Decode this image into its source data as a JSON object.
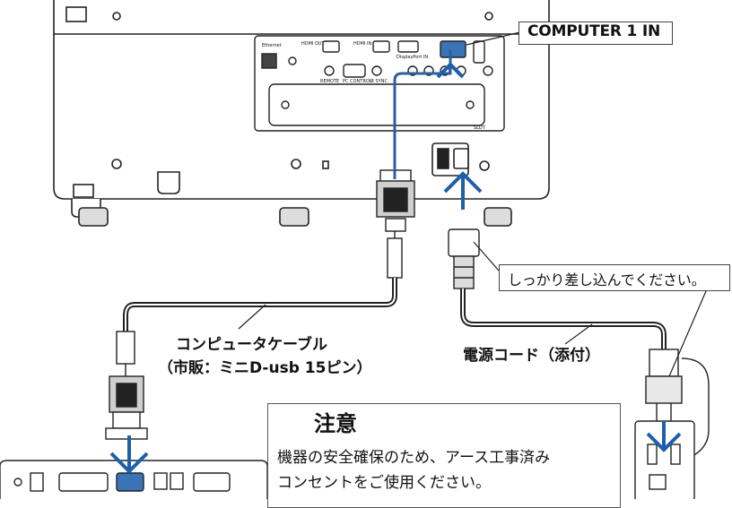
{
  "callouts": {
    "computer_in": "COMPUTER 1 IN",
    "insert_firmly": "しっかり差し込んでください。"
  },
  "cable_labels": {
    "computer_cable_line1": "コンピュータケーブル",
    "computer_cable_line2": "（市販：ミニD-usb 15ピン）",
    "power_cord": "電源コード（添付）"
  },
  "caution": {
    "title": "注意",
    "line1": "機器の安全確保のため、アース工事済み",
    "line2": "コンセントをご使用ください。"
  },
  "panel_labels": {
    "ethernet": "Ethernet",
    "hdmi_out": "HDMI OUT",
    "hdmi_in": "HDMI IN",
    "displayport_in": "DisplayPort IN",
    "remote": "REMOTE",
    "pc_control": "PC CONTROL",
    "ir_sync": "IR SYNC",
    "slot": "SLOT"
  },
  "colors": {
    "arrow": "#1f5fa8",
    "cable_line": "#2c5f9e",
    "outline": "#222222",
    "vga_port": "#3a73b8"
  }
}
